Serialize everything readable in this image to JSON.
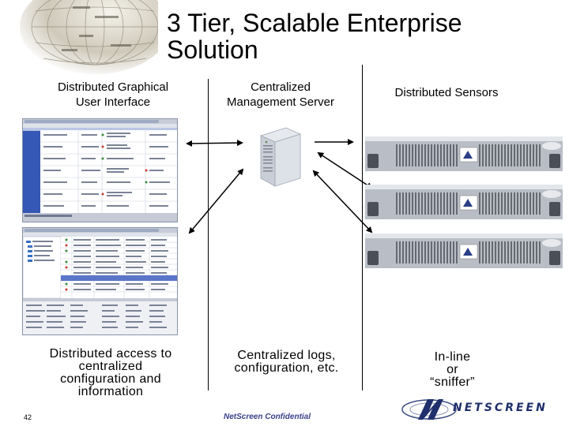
{
  "slide": {
    "title_line1": "3 Tier, Scalable Enterprise",
    "title_line2": "Solution",
    "page_number": "42",
    "footer": "NetScreen Confidential"
  },
  "columns": {
    "gui": {
      "head_line1": "Distributed Graphical",
      "head_line2": "User Interface",
      "foot_line1": "Distributed access to",
      "foot_line2": "centralized",
      "foot_line3": "configuration and",
      "foot_line4": "information"
    },
    "server": {
      "head_line1": "Centralized",
      "head_line2": "Management Server",
      "foot_line1": "Centralized logs,",
      "foot_line2": "configuration, etc."
    },
    "sensors": {
      "head": "Distributed Sensors",
      "foot_line1": "In-line",
      "foot_line2": "or",
      "foot_line3": "“sniffer”"
    }
  },
  "logo": {
    "text": "NETSCREEN"
  },
  "colors": {
    "title": "#000000",
    "footer": "#3a3f8a",
    "logo": "#1f2f6b",
    "screenshot_blue": "#3557b5"
  },
  "icons": [
    "globe-graphic",
    "server-icon",
    "sensor-appliance-icon",
    "netscreen-logo"
  ]
}
